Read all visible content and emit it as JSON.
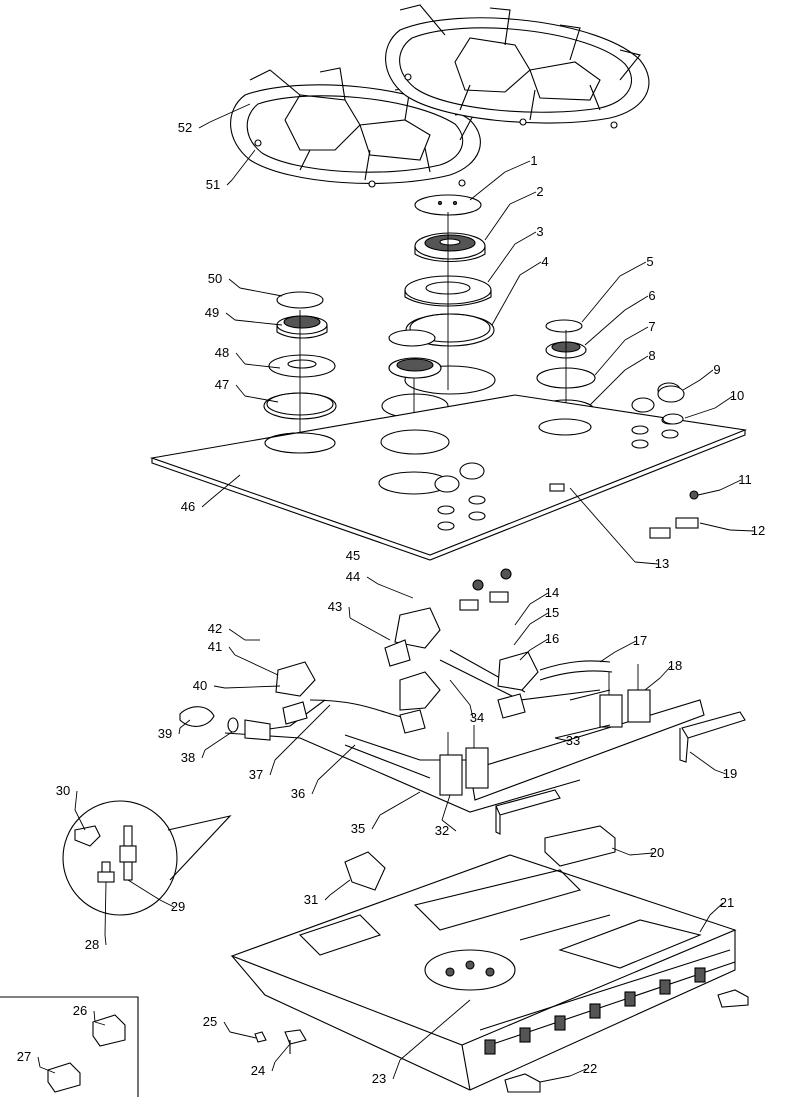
{
  "callouts": [
    {
      "id": "1"
    },
    {
      "id": "2"
    },
    {
      "id": "3"
    },
    {
      "id": "4"
    },
    {
      "id": "5"
    },
    {
      "id": "6"
    },
    {
      "id": "7"
    },
    {
      "id": "8"
    },
    {
      "id": "9"
    },
    {
      "id": "10"
    },
    {
      "id": "11"
    },
    {
      "id": "12"
    },
    {
      "id": "13"
    },
    {
      "id": "14"
    },
    {
      "id": "15"
    },
    {
      "id": "16"
    },
    {
      "id": "17"
    },
    {
      "id": "18"
    },
    {
      "id": "19"
    },
    {
      "id": "20"
    },
    {
      "id": "21"
    },
    {
      "id": "22"
    },
    {
      "id": "23"
    },
    {
      "id": "24"
    },
    {
      "id": "25"
    },
    {
      "id": "26"
    },
    {
      "id": "27"
    },
    {
      "id": "28"
    },
    {
      "id": "29"
    },
    {
      "id": "30"
    },
    {
      "id": "31"
    },
    {
      "id": "32"
    },
    {
      "id": "33"
    },
    {
      "id": "34"
    },
    {
      "id": "35"
    },
    {
      "id": "36"
    },
    {
      "id": "37"
    },
    {
      "id": "38"
    },
    {
      "id": "39"
    },
    {
      "id": "40"
    },
    {
      "id": "41"
    },
    {
      "id": "42"
    },
    {
      "id": "43"
    },
    {
      "id": "44"
    },
    {
      "id": "45"
    },
    {
      "id": "46"
    },
    {
      "id": "47"
    },
    {
      "id": "48"
    },
    {
      "id": "49"
    },
    {
      "id": "50"
    },
    {
      "id": "51"
    },
    {
      "id": "52"
    }
  ]
}
